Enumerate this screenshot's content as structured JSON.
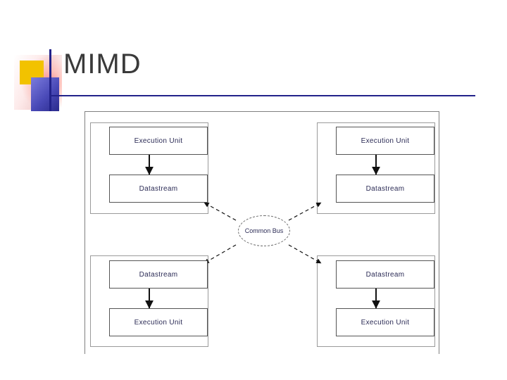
{
  "slide": {
    "title": "MIMD",
    "decor": {
      "accent_yellow": "#f2c200",
      "accent_blue": "#2b2b8c",
      "rule_color": "#22228a"
    }
  },
  "diagram": {
    "bus": {
      "label": "Common Bus"
    },
    "quadrants": [
      {
        "id": "top-left",
        "boxes": [
          {
            "id": "tl-exec",
            "label": "Execution Unit"
          },
          {
            "id": "tl-data",
            "label": "Datastream"
          }
        ]
      },
      {
        "id": "top-right",
        "boxes": [
          {
            "id": "tr-exec",
            "label": "Execution Unit"
          },
          {
            "id": "tr-data",
            "label": "Datastream"
          }
        ]
      },
      {
        "id": "bottom-left",
        "boxes": [
          {
            "id": "bl-data",
            "label": "Datastream"
          },
          {
            "id": "bl-exec",
            "label": "Execution Unit"
          }
        ]
      },
      {
        "id": "bottom-right",
        "boxes": [
          {
            "id": "br-data",
            "label": "Datastream"
          },
          {
            "id": "br-exec",
            "label": "Execution Unit"
          }
        ]
      }
    ]
  }
}
